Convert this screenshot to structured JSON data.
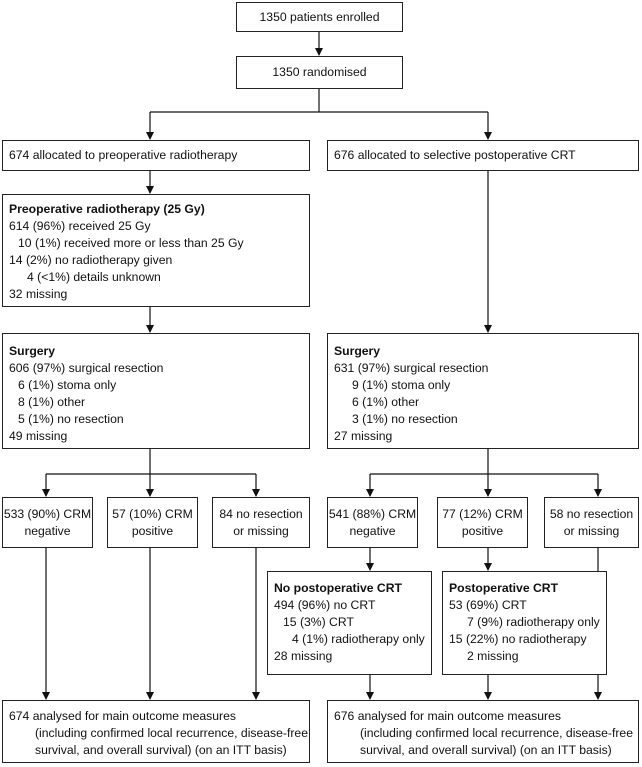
{
  "enrolled": "1350 patients enrolled",
  "randomised": "1350 randomised",
  "left_arm": {
    "allocated": "674 allocated to preoperative radiotherapy",
    "radiotherapy": {
      "title": "Preoperative radiotherapy (25 Gy)",
      "lines": [
        "614 (96%) received 25 Gy",
        "10 (1%) received more or  less than 25 Gy",
        "14 (2%) no radiotherapy given",
        "4 (<1%) details unknown",
        "32 missing"
      ]
    },
    "surgery": {
      "title": "Surgery",
      "lines": [
        "606 (97%) surgical resection",
        "6 (1%) stoma only",
        "8 (1%) other",
        "5 (1%) no resection",
        "49 missing"
      ]
    },
    "outcomes": [
      {
        "line1": "533 (90%) CRM",
        "line2": "negative"
      },
      {
        "line1": "57 (10%) CRM",
        "line2": "positive"
      },
      {
        "line1": "84 no resection",
        "line2": "or missing"
      }
    ],
    "analysed": [
      "674 analysed for main outcome measures",
      "(including confirmed local recurrence, disease-free",
      "survival, and overall survival) (on an ITT basis)"
    ]
  },
  "right_arm": {
    "allocated": "676 allocated to selective postoperative CRT",
    "surgery": {
      "title": "Surgery",
      "lines": [
        "631 (97%) surgical resection",
        "9 (1%) stoma only",
        "6 (1%) other",
        "3 (1%) no resection",
        "27 missing"
      ]
    },
    "outcomes": [
      {
        "line1": "541 (88%) CRM",
        "line2": "negative"
      },
      {
        "line1": "77 (12%) CRM",
        "line2": "positive"
      },
      {
        "line1": "58 no resection",
        "line2": "or missing"
      }
    ],
    "no_postop": {
      "title": "No postoperative CRT",
      "lines": [
        "494 (96%) no CRT",
        "15 (3%) CRT",
        "4 (1%) radiotherapy only",
        "28 missing"
      ]
    },
    "postop": {
      "title": "Postoperative CRT",
      "lines": [
        "53 (69%) CRT",
        "7 (9%) radiotherapy only",
        "15 (22%) no radiotherapy",
        "2 missing"
      ]
    },
    "analysed": [
      "676 analysed for main outcome measures",
      "(including confirmed local recurrence, disease-free",
      "survival, and overall survival) (on an ITT basis)"
    ]
  }
}
